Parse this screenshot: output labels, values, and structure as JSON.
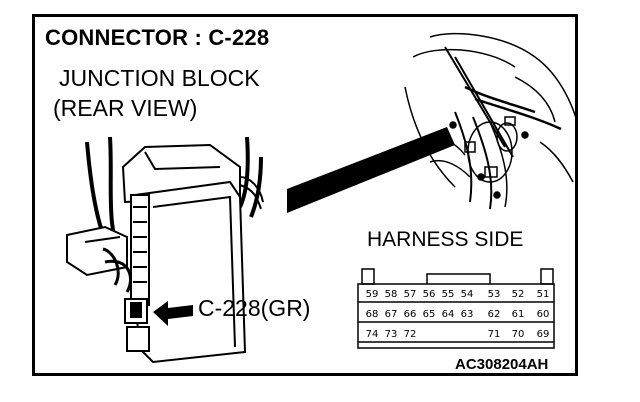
{
  "title": "CONNECTOR : C-228",
  "junction_block": {
    "line1": "JUNCTION BLOCK",
    "line2": "(REAR VIEW)"
  },
  "harness_side": "HARNESS SIDE",
  "connector_callout": "C-228(GR)",
  "figure_code": "AC308204AH",
  "pins": {
    "row1": [
      "59",
      "58",
      "57",
      "56",
      "55",
      "54",
      "53",
      "52",
      "51"
    ],
    "row2": [
      "68",
      "67",
      "66",
      "65",
      "64",
      "63",
      "62",
      "61",
      "60"
    ],
    "row3": [
      "74",
      "73",
      "72",
      "71",
      "70",
      "69"
    ]
  }
}
